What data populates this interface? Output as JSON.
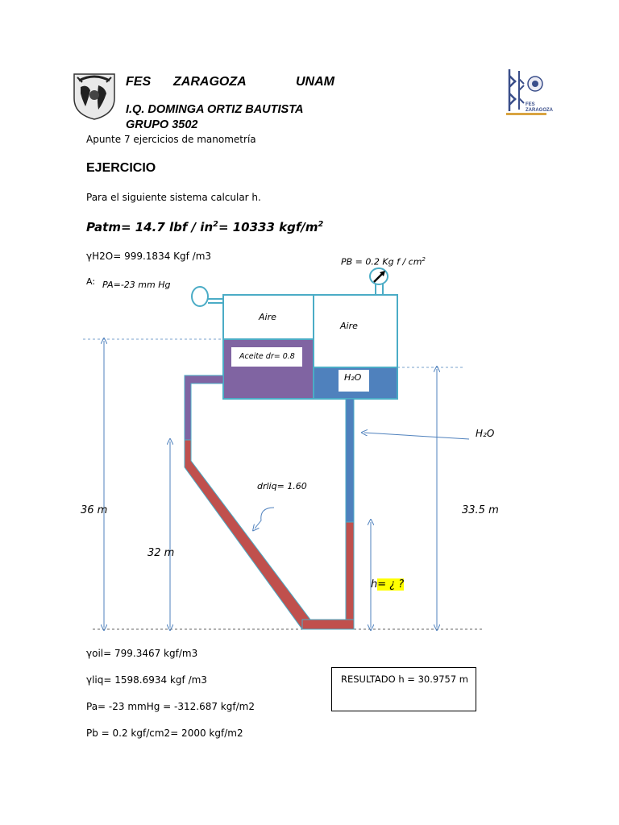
{
  "header": {
    "school": "FES",
    "campus": "ZARAGOZA",
    "university": "UNAM",
    "teacher": "I.Q. DOMINGA ORTIZ BAUTISTA",
    "group": "GRUPO 3502",
    "subtitle": "Apunte 7 ejercicios de manometría",
    "right_logo_text": "FES\nZARAGOZA"
  },
  "exercise": {
    "heading": "EJERCICIO",
    "prompt": "Para el siguiente sistema calcular h.",
    "patm_main": "Patm= 14.7 lbf / in",
    "patm_sup1": "2",
    "patm_mid": "= 10333  kgf/m",
    "patm_sup2": "2",
    "gamma_h2o": "γH2O= 999.1834 Kgf /m3",
    "pa_prefix": "A:",
    "pa_label": "PA=-23 mm Hg",
    "pb_label": "PB = 0.2 Kg f / cm",
    "pb_sup": "2"
  },
  "diagram": {
    "air_left": "Aire",
    "air_right": "Aire",
    "oil_label": "Aceite dr= 0.8",
    "water_label": "H₂O",
    "water_arrow_label": "H₂O",
    "drliq_label": "drliq= 1.60",
    "dim_36": "36 m",
    "dim_32": "32 m",
    "dim_335": "33.5 m",
    "h_prefix": "h",
    "h_unknown": "= ¿ ?",
    "colors": {
      "oil": "#8064a2",
      "water": "#4f81bd",
      "liquid": "#c0504d",
      "outline": "#4bacc6",
      "dim_line": "#4f81bd"
    }
  },
  "results": {
    "gamma_oil": "γoil= 799.3467 kgf/m3",
    "gamma_liq": "γliq= 1598.6934 kgf /m3",
    "pa": "Pa= -23 mmHg = -312.687 kgf/m2",
    "pb": "Pb = 0.2 kgf/cm2= 2000 kgf/m2",
    "result": "RESULTADO  h = 30.9757 m"
  }
}
